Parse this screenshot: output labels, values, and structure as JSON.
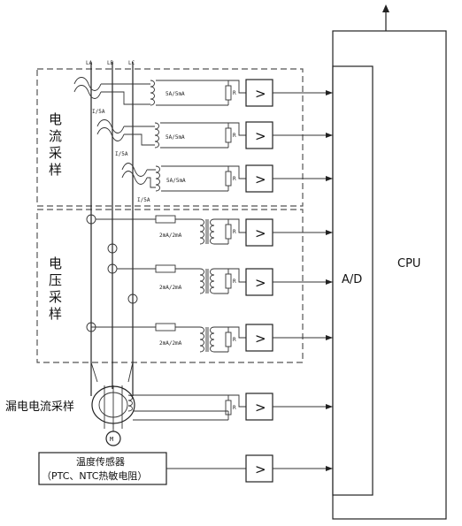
{
  "lines": {
    "a": "LA",
    "b": "LB",
    "c": "LC"
  },
  "current_sampling": {
    "title_chars": [
      "电",
      "流",
      "采",
      "样"
    ],
    "ratio_label": "I/5A",
    "ct_label": "5A/5mA",
    "resistor_label": "R",
    "amp_symbol": ">"
  },
  "voltage_sampling": {
    "title_chars": [
      "电",
      "压",
      "采",
      "样"
    ],
    "vt_label": "2mA/2mA",
    "resistor_label": "R",
    "amp_symbol": ">"
  },
  "leakage": {
    "label": "漏电电流采样",
    "resistor_label": "R",
    "amp_symbol": ">"
  },
  "motor": {
    "symbol": "M"
  },
  "temperature": {
    "line1": "温度传感器",
    "line2": "（PTC、NTC热敏电阻）",
    "amp_symbol": ">"
  },
  "ad": {
    "label": "A/D"
  },
  "cpu": {
    "label": "CPU"
  }
}
